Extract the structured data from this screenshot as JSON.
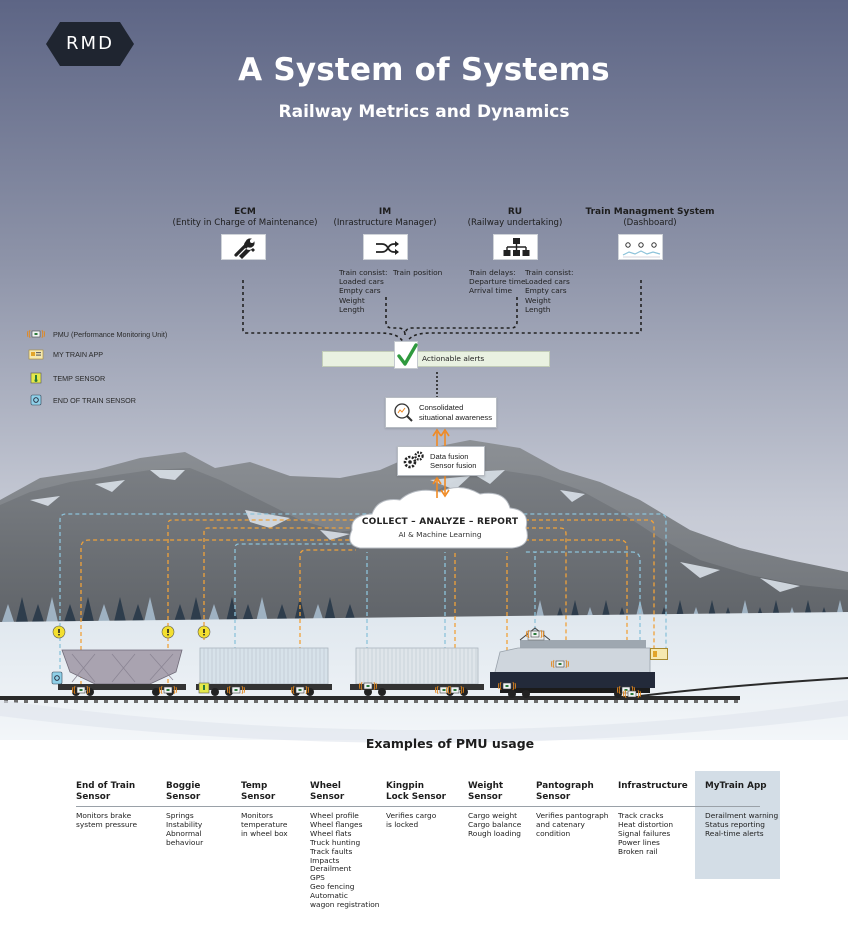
{
  "logo": {
    "text": "RMD"
  },
  "header": {
    "title": "A System of Systems",
    "subtitle": "Railway Metrics and Dynamics"
  },
  "stakeholders": [
    {
      "name": "ECM",
      "desc": "(Entity in Charge of Maintenance)",
      "icon": "wrench-icon"
    },
    {
      "name": "IM",
      "desc": "(Inrastructure Manager)",
      "icon": "shuffle-icon"
    },
    {
      "name": "RU",
      "desc": "(Railway undertaking)",
      "icon": "hierarchy-icon"
    },
    {
      "name": "Train Managment System",
      "desc": "(Dashboard)",
      "icon": "dashboard-icon"
    }
  ],
  "data_lists": {
    "im_consist": [
      "Train consist:",
      "Loaded cars",
      "Empty cars",
      "Weight",
      "Length"
    ],
    "im_position": [
      "Train position"
    ],
    "ru_delays": [
      "Train delays:",
      "Departure time",
      "Arrival time"
    ],
    "ru_consist": [
      "Train consist:",
      "Loaded cars",
      "Empty cars",
      "Weight",
      "Length"
    ]
  },
  "legend": [
    {
      "label": "PMU (Performance Monitoring Unit)",
      "icon": "pmu-icon"
    },
    {
      "label": "MY TRAIN APP",
      "icon": "train-app-icon"
    },
    {
      "label": "TEMP SENSOR",
      "icon": "temp-sensor-icon"
    },
    {
      "label": "END OF TRAIN SENSOR",
      "icon": "end-of-train-sensor-icon"
    }
  ],
  "flow": {
    "alerts": "Actionable alerts",
    "awareness_1": "Consolidated",
    "awareness_2": "situational awareness",
    "fusion_1": "Data fusion",
    "fusion_2": "Sensor fusion",
    "cloud_title": "COLLECT – ANALYZE – REPORT",
    "cloud_sub": "AI & Machine Learning"
  },
  "examples": {
    "title": "Examples of PMU usage",
    "columns": [
      {
        "head": [
          "End of Train",
          "Sensor"
        ],
        "items": [
          "Monitors brake",
          "system pressure"
        ]
      },
      {
        "head": [
          "Boggie",
          "Sensor"
        ],
        "items": [
          "Springs",
          "Instability",
          "Abnormal",
          "behaviour"
        ]
      },
      {
        "head": [
          "Temp",
          "Sensor"
        ],
        "items": [
          "Monitors",
          "temperature",
          "in wheel box"
        ]
      },
      {
        "head": [
          "Wheel",
          "Sensor"
        ],
        "items": [
          "Wheel profile",
          "Wheel flanges",
          "Wheel flats",
          "Truck hunting",
          "Track faults",
          "Impacts",
          "Derailment",
          "GPS",
          "Geo fencing",
          "Automatic",
          "wagon registration"
        ]
      },
      {
        "head": [
          "Kingpin",
          "Lock Sensor"
        ],
        "items": [
          "Verifies cargo",
          "is locked"
        ]
      },
      {
        "head": [
          "Weight",
          "Sensor"
        ],
        "items": [
          "Cargo weight",
          "Cargo balance",
          "Rough loading"
        ]
      },
      {
        "head": [
          "Pantograph",
          "Sensor"
        ],
        "items": [
          "Verifies pantograph",
          "and catenary",
          "condition"
        ]
      },
      {
        "head": [
          "Infrastructure"
        ],
        "items": [
          "Track cracks",
          "Heat distortion",
          "Signal failures",
          "Power lines",
          "Broken rail"
        ]
      },
      {
        "head": [
          "MyTrain App"
        ],
        "items": [
          "Derailment warning",
          "Status reporting",
          "Real-time alerts"
        ]
      }
    ]
  },
  "colors": {
    "sky_top": "#5e6686",
    "sky_bottom": "#dfe3ea",
    "mountain": "#707478",
    "snow": "#e3ebf1",
    "dash_orange": "#f0a23a",
    "dash_blue": "#8dc3da",
    "check_green": "#2f9a3e",
    "arrow_orange": "#f08a24",
    "mytrain_panel": "#d3dde6"
  }
}
